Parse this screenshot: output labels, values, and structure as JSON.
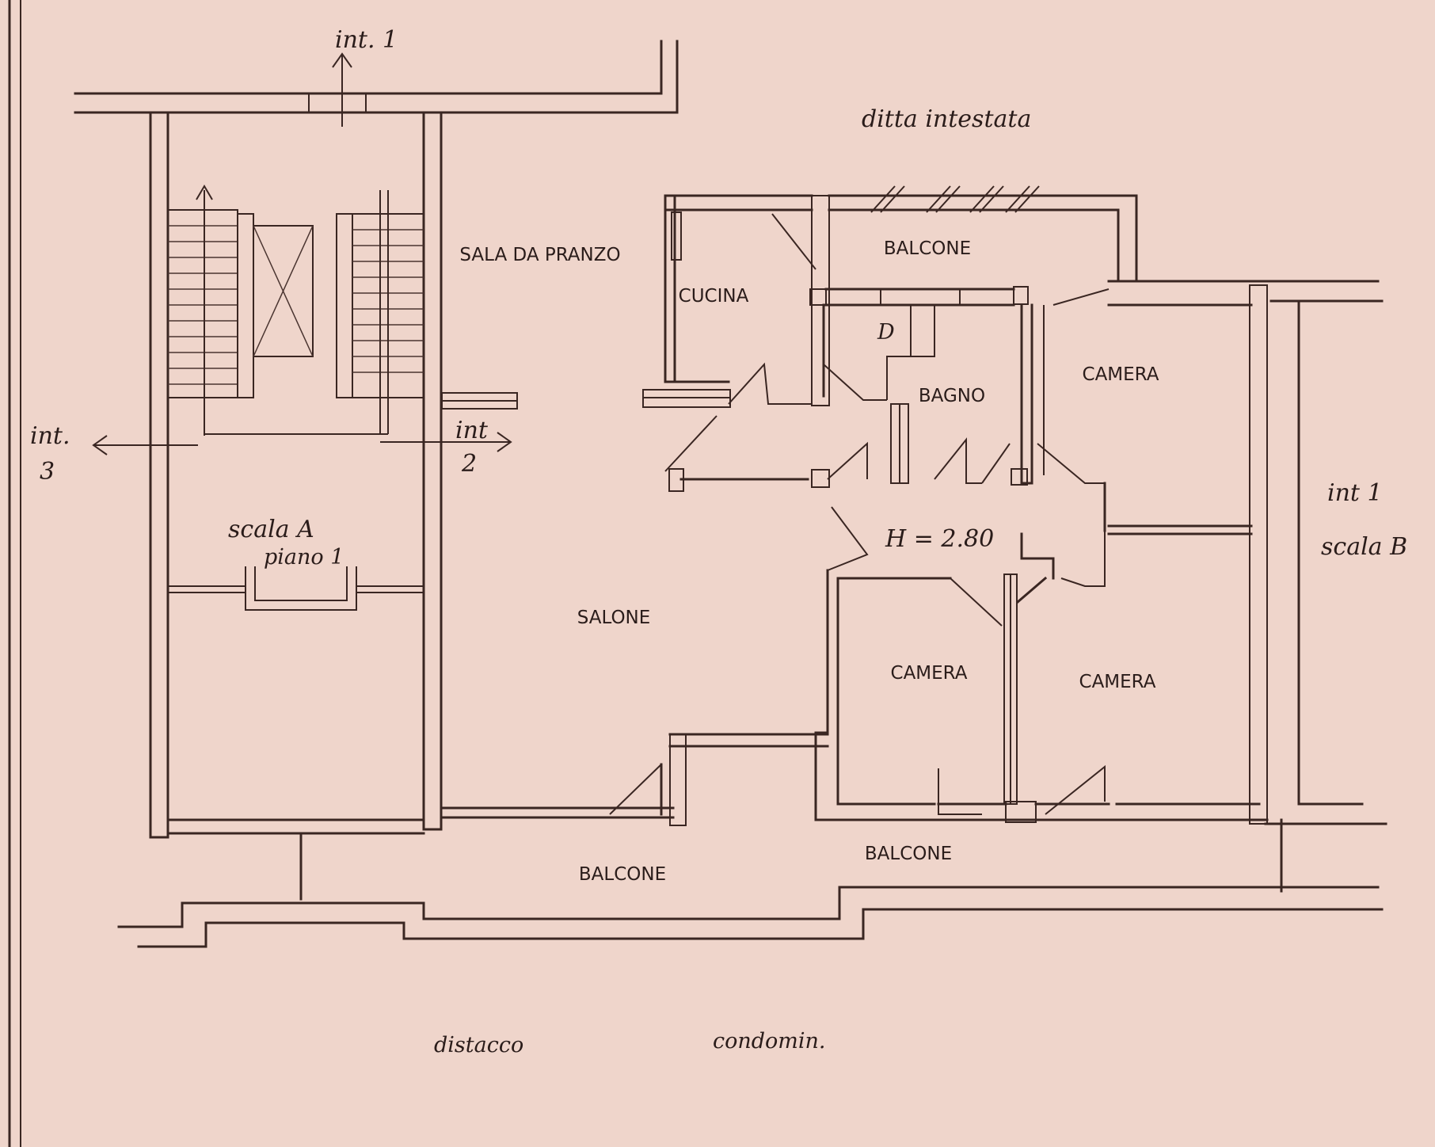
{
  "rooms": {
    "sala_da_pranzo": "SALA DA PRANZO",
    "cucina": "CUCINA",
    "balcone_top": "BALCONE",
    "bagno": "BAGNO",
    "camera_top_right": "CAMERA",
    "salone": "SALONE",
    "camera_middle": "CAMERA",
    "camera_right": "CAMERA",
    "balcone_bottom_right": "BALCONE",
    "balcone_bottom_left": "BALCONE"
  },
  "annotations": {
    "int1_top": "int. 1",
    "ditta_intestata": "ditta intestata",
    "int3_a": "int.",
    "int3_b": "3",
    "int2_a": "int",
    "int2_b": "2",
    "scala_a": "scala A",
    "piano_1": "piano 1",
    "d_marker": "D",
    "height": "H = 2.80",
    "int1_right": "int 1",
    "scala_b": "scala B",
    "distacco": "distacco",
    "condomin": "condomin."
  }
}
